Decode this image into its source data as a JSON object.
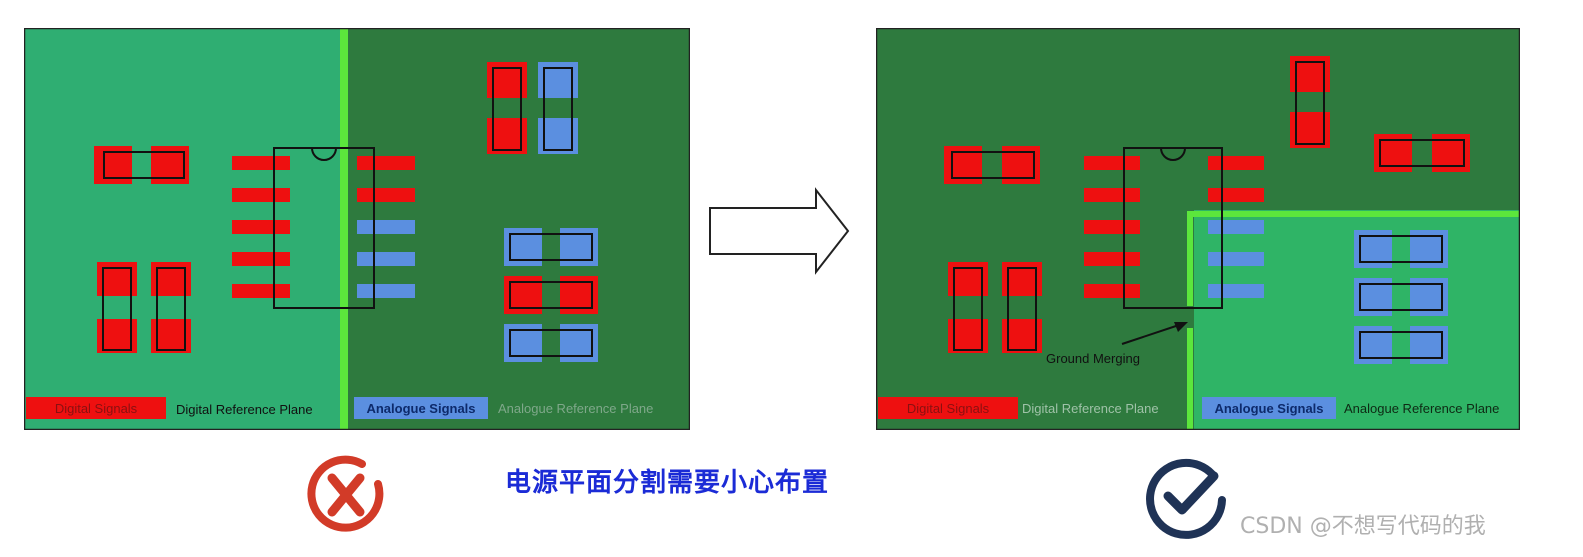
{
  "left_panel": {
    "digital_label": "Digital Signals",
    "digital_plane_label": "Digital Reference Plane",
    "analogue_label": "Analogue Signals",
    "analogue_plane_label": "Analogue Reference Plane"
  },
  "right_panel": {
    "digital_label": "Digital Signals",
    "digital_plane_label": "Digital Reference Plane",
    "analogue_label": "Analogue Signals",
    "analogue_plane_label": "Analogue Reference Plane",
    "merge_annotation": "Ground Merging"
  },
  "caption": "电源平面分割需要小心布置",
  "watermark": "CSDN @不想写代码的我",
  "colors": {
    "digital_plane": "#2fae72",
    "analogue_plane_dark": "#2e7a3e",
    "analogue_plane_light": "#2fb466",
    "split_line": "#5ce63c",
    "digital_pad": "#ee1010",
    "analogue_pad": "#5b8fe0",
    "wrong_mark": "#d23b28",
    "right_mark": "#1f3356",
    "caption": "#1b2bd6"
  },
  "icons": [
    "wrong-cross-icon",
    "right-check-icon",
    "arrow-right-icon"
  ]
}
